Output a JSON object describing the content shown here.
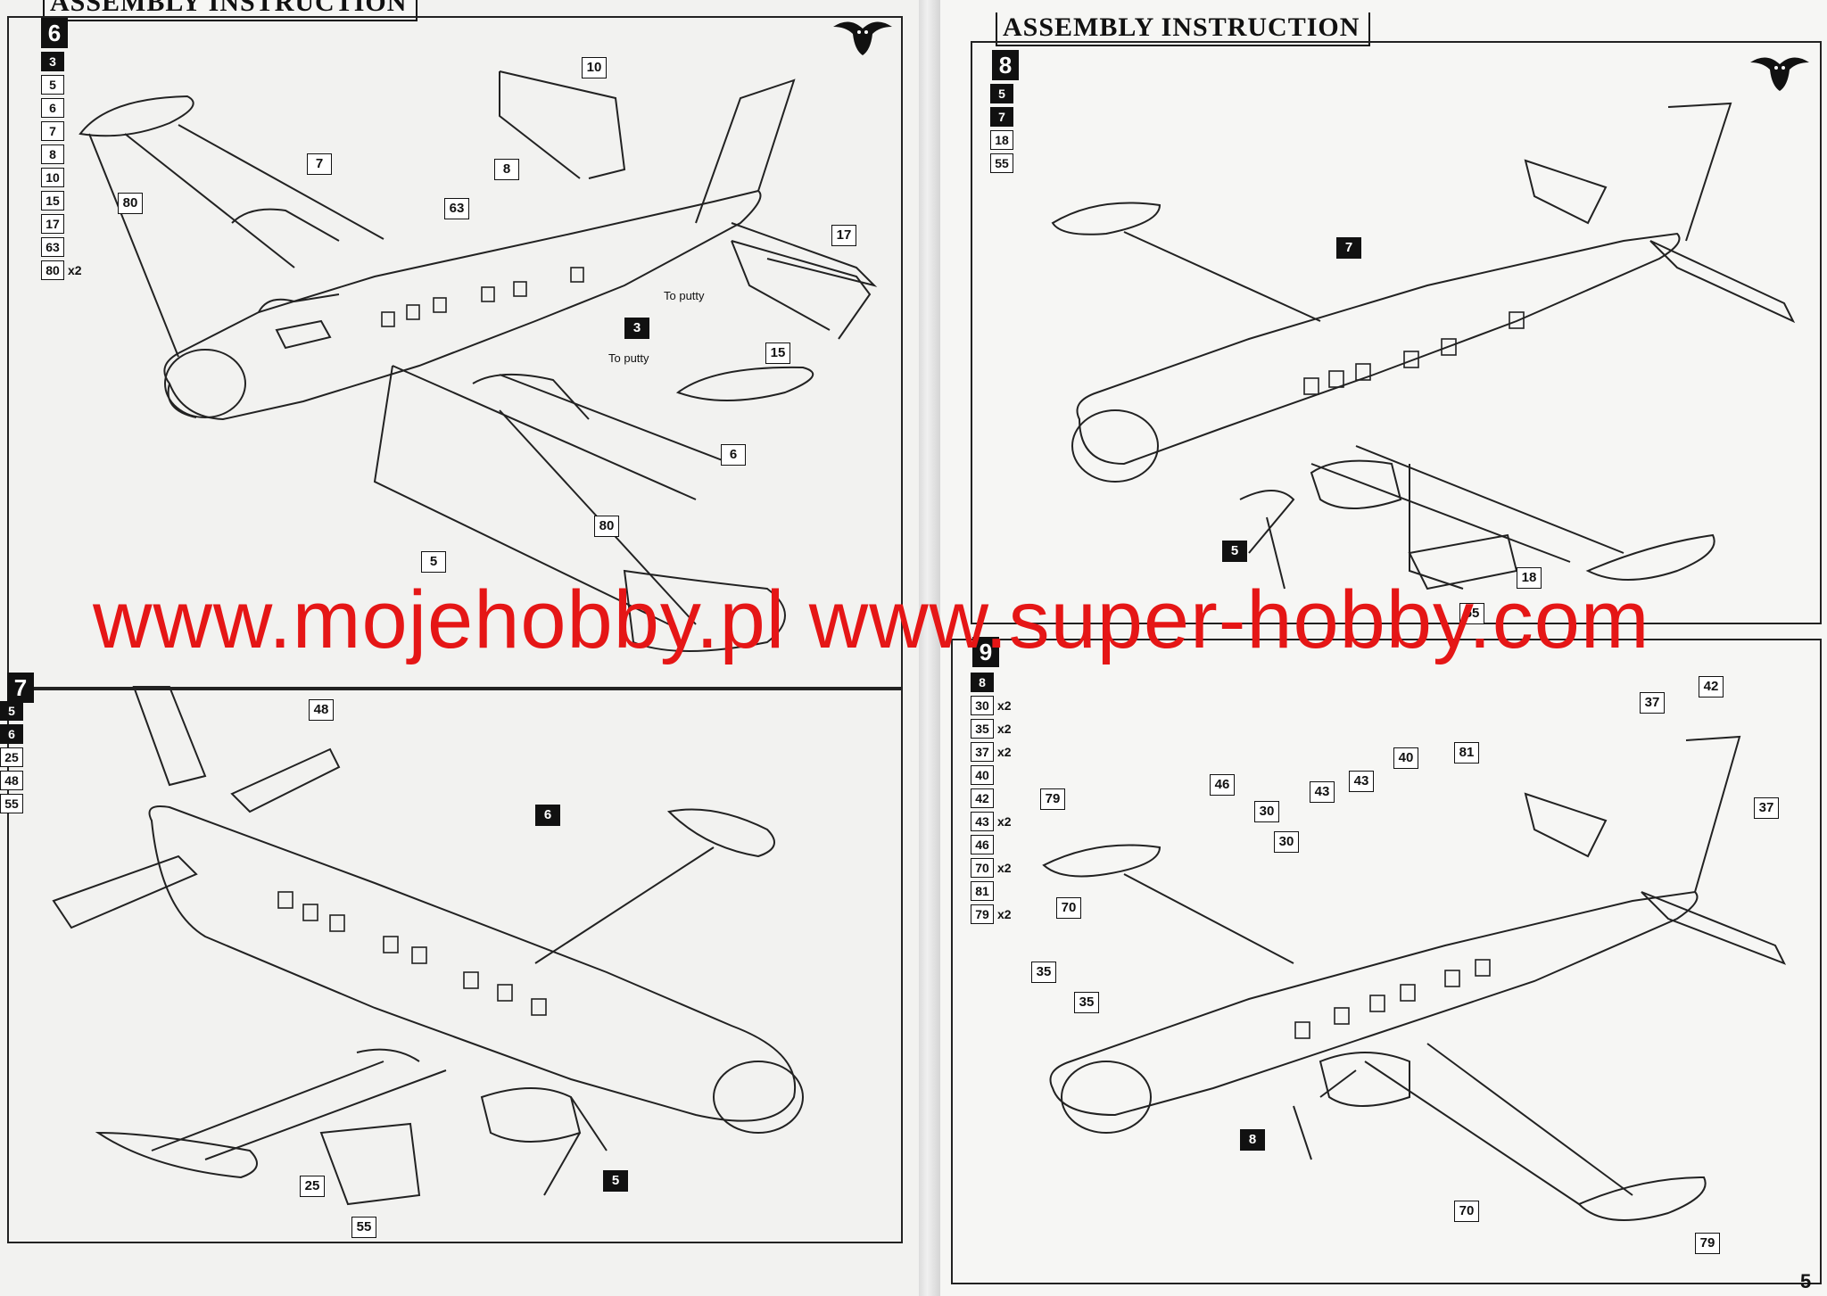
{
  "header": {
    "title_left": "ASSEMBLY INSTRUCTION",
    "title_right": "ASSEMBLY INSTRUCTION",
    "logo_icon": "owl-logo-icon"
  },
  "steps": {
    "step6": {
      "number": "6",
      "parts": [
        {
          "no": "3",
          "filled": true,
          "qty": ""
        },
        {
          "no": "5",
          "filled": false,
          "qty": ""
        },
        {
          "no": "6",
          "filled": false,
          "qty": ""
        },
        {
          "no": "7",
          "filled": false,
          "qty": ""
        },
        {
          "no": "8",
          "filled": false,
          "qty": ""
        },
        {
          "no": "10",
          "filled": false,
          "qty": ""
        },
        {
          "no": "15",
          "filled": false,
          "qty": ""
        },
        {
          "no": "17",
          "filled": false,
          "qty": ""
        },
        {
          "no": "63",
          "filled": false,
          "qty": ""
        },
        {
          "no": "80",
          "filled": false,
          "qty": "x2"
        }
      ],
      "callouts": {
        "c10": "10",
        "c8": "8",
        "c7": "7",
        "c80a": "80",
        "c63": "63",
        "c17": "17",
        "c3": "3",
        "c15": "15",
        "c6": "6",
        "c80b": "80",
        "c5": "5"
      },
      "notes": {
        "putty1": "To putty",
        "putty2": "To putty"
      }
    },
    "step7": {
      "number": "7",
      "parts": [
        {
          "no": "5",
          "filled": true,
          "qty": ""
        },
        {
          "no": "6",
          "filled": true,
          "qty": ""
        },
        {
          "no": "25",
          "filled": false,
          "qty": ""
        },
        {
          "no": "48",
          "filled": false,
          "qty": ""
        },
        {
          "no": "55",
          "filled": false,
          "qty": ""
        }
      ],
      "callouts": {
        "c48": "48",
        "c6": "6",
        "c25": "25",
        "c55": "55",
        "c5": "5"
      }
    },
    "step8": {
      "number": "8",
      "parts": [
        {
          "no": "5",
          "filled": true,
          "qty": ""
        },
        {
          "no": "7",
          "filled": true,
          "qty": ""
        },
        {
          "no": "18",
          "filled": false,
          "qty": ""
        },
        {
          "no": "55",
          "filled": false,
          "qty": ""
        }
      ],
      "callouts": {
        "c7": "7",
        "c5": "5",
        "c18": "18",
        "c55": "55"
      }
    },
    "step9": {
      "number": "9",
      "parts": [
        {
          "no": "8",
          "filled": true,
          "qty": ""
        },
        {
          "no": "30",
          "filled": false,
          "qty": "x2"
        },
        {
          "no": "35",
          "filled": false,
          "qty": "x2"
        },
        {
          "no": "37",
          "filled": false,
          "qty": "x2"
        },
        {
          "no": "40",
          "filled": false,
          "qty": ""
        },
        {
          "no": "42",
          "filled": false,
          "qty": ""
        },
        {
          "no": "43",
          "filled": false,
          "qty": "x2"
        },
        {
          "no": "46",
          "filled": false,
          "qty": ""
        },
        {
          "no": "70",
          "filled": false,
          "qty": "x2"
        },
        {
          "no": "81",
          "filled": false,
          "qty": ""
        },
        {
          "no": "79",
          "filled": false,
          "qty": "x2"
        }
      ],
      "callouts": {
        "c37a": "37",
        "c42": "42",
        "c37b": "37",
        "c79a": "79",
        "c46": "46",
        "c30a": "30",
        "c43a": "43",
        "c43b": "43",
        "c40": "40",
        "c81": "81",
        "c30b": "30",
        "c70a": "70",
        "c35a": "35",
        "c35b": "35",
        "c8": "8",
        "c70b": "70",
        "c79b": "79"
      }
    }
  },
  "watermark": "www.mojehobby.pl www.super-hobby.com",
  "page_number": "5"
}
